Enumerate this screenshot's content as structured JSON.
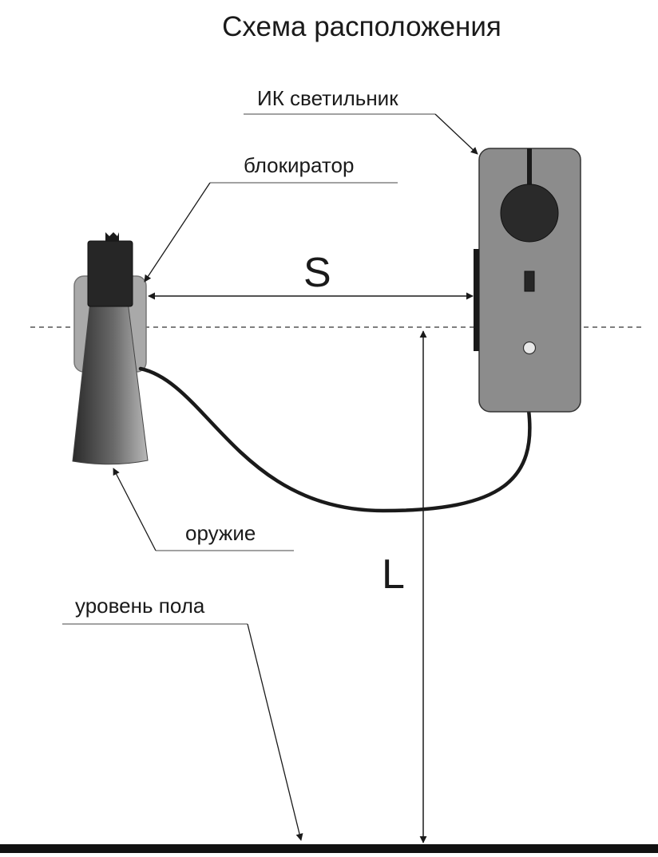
{
  "title": "Схема расположения",
  "labels": {
    "ir_light": "ИК светильник",
    "blocker": "блокиратор",
    "weapon": "оружие",
    "floor": "уровень пола",
    "distance_s": "S",
    "height_l": "L"
  }
}
